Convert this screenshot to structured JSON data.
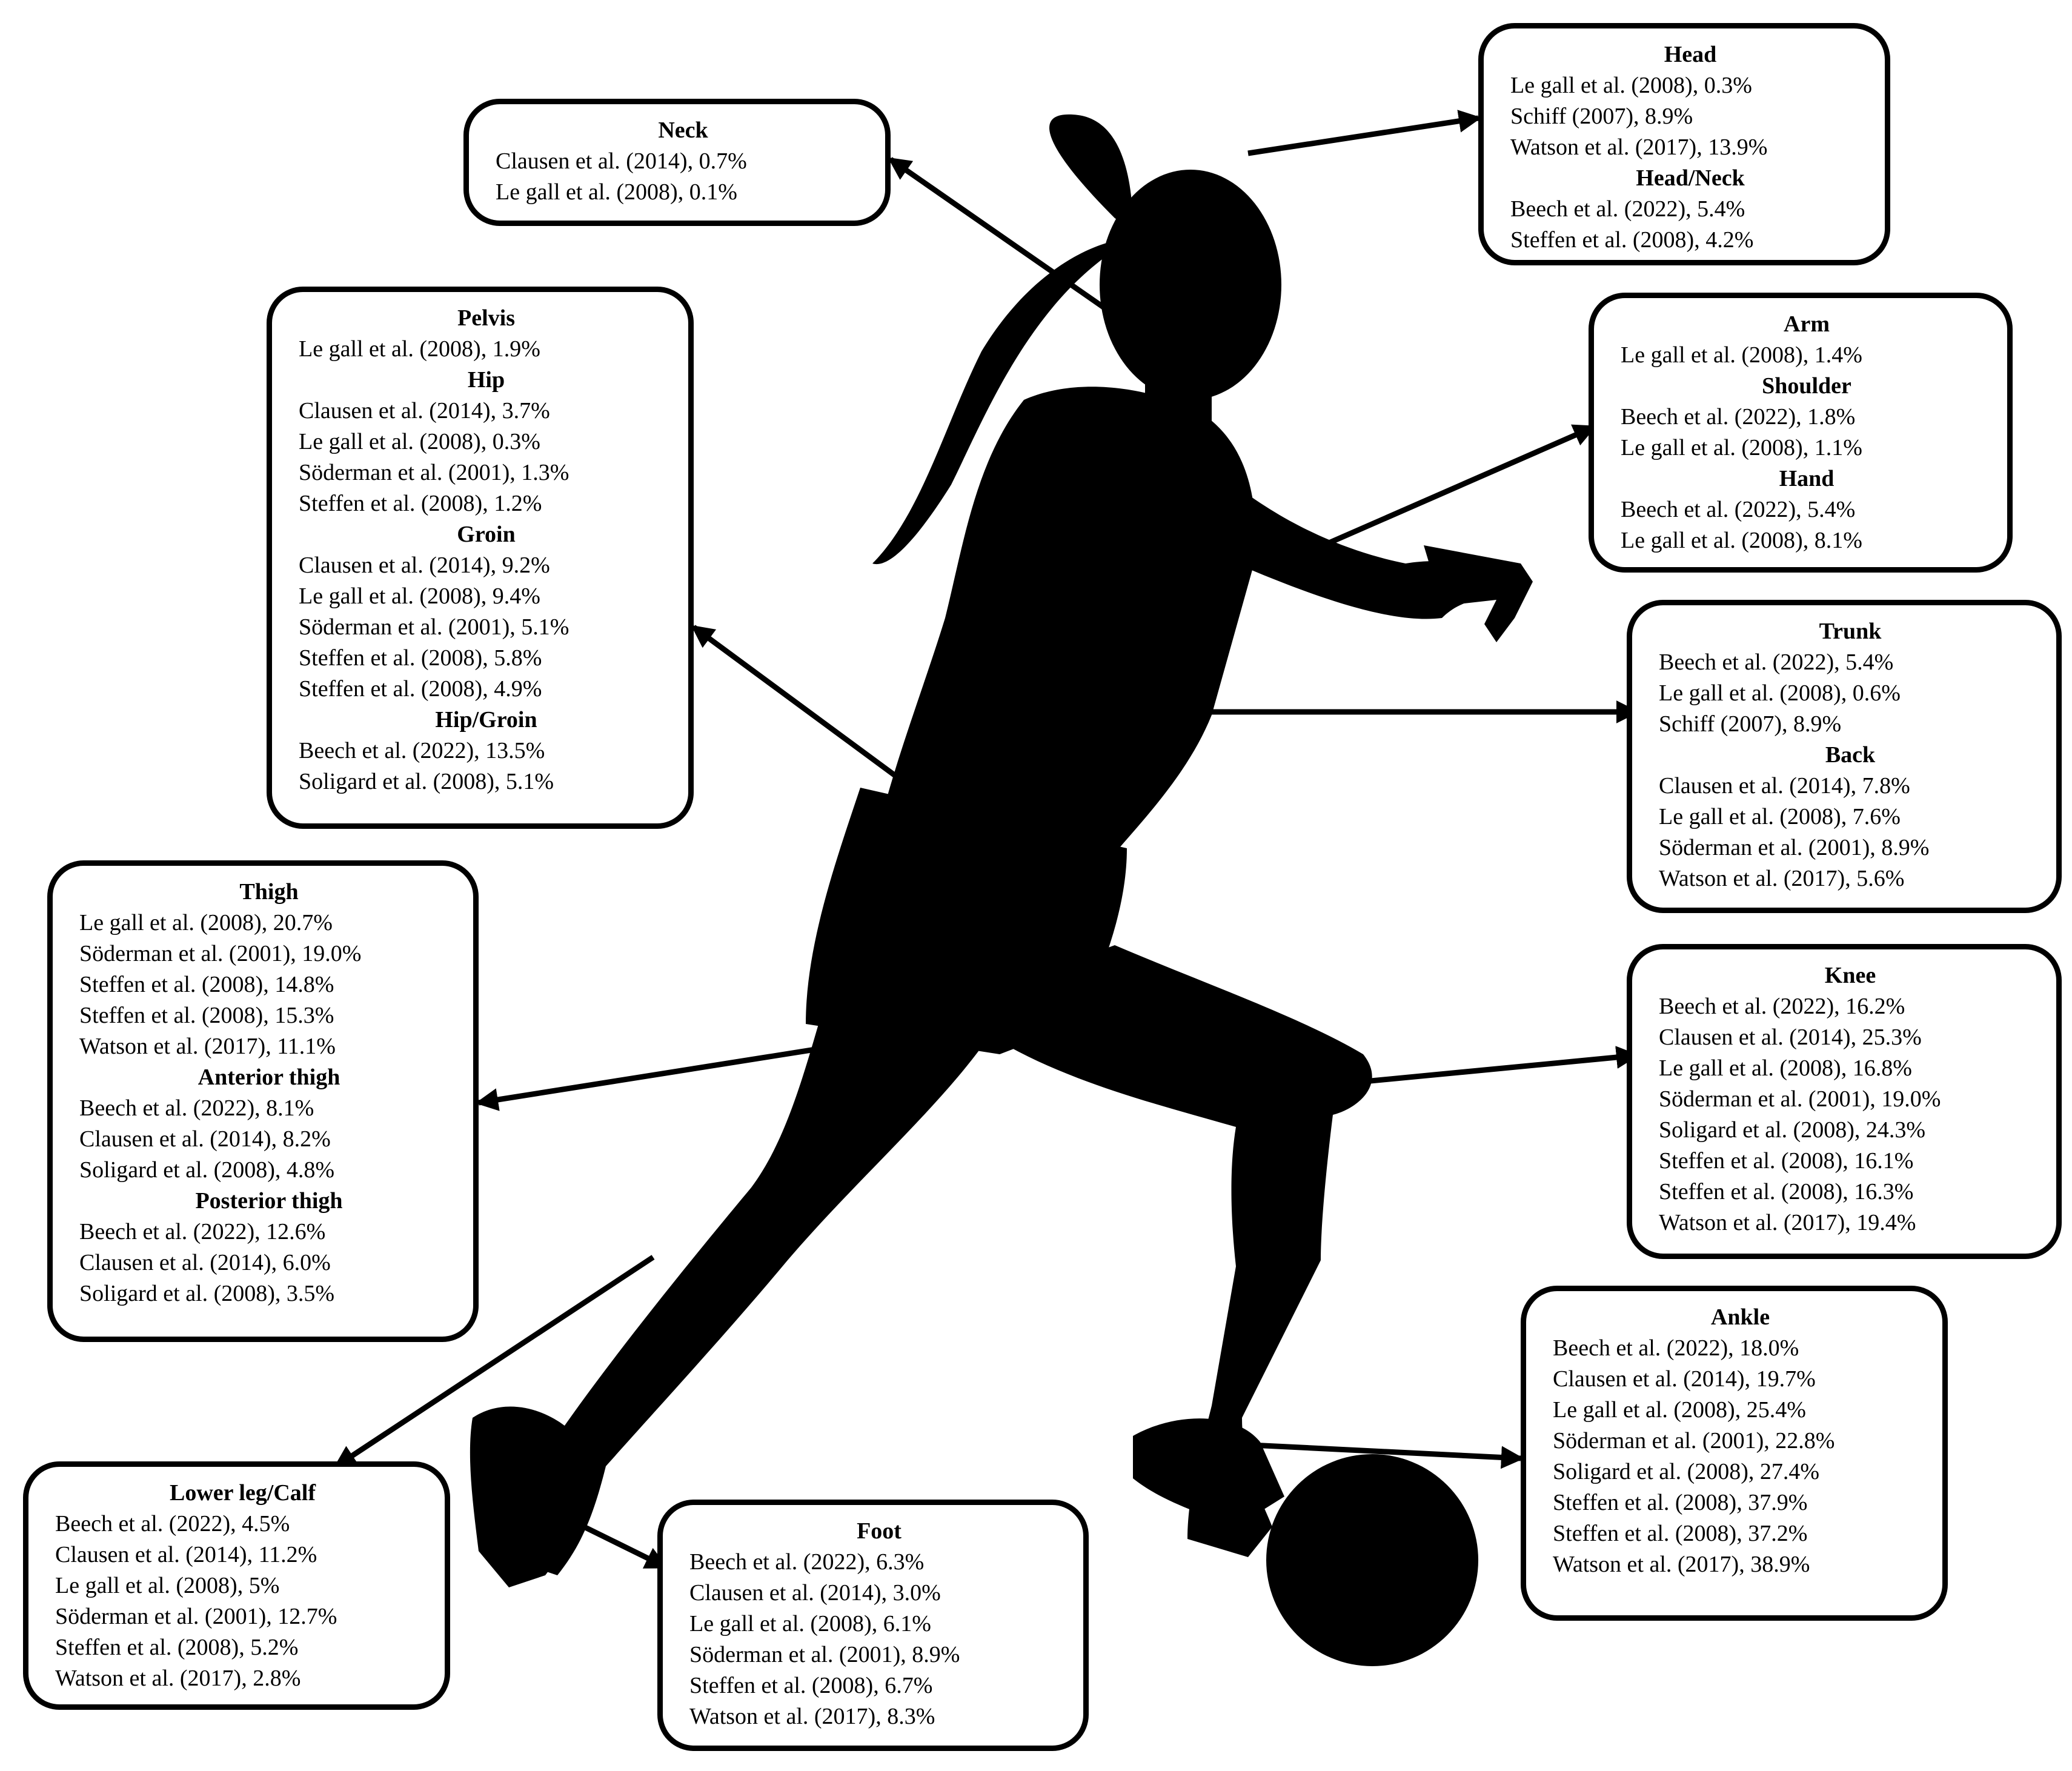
{
  "colors": {
    "silhouette": "#000000",
    "box_border": "#000000",
    "background": "#ffffff"
  },
  "icons": {
    "figure": "soccer-player-silhouette-icon",
    "ball": "soccer-ball-icon"
  },
  "regions": [
    {
      "id": "neck",
      "sections": [
        {
          "title": "Neck",
          "entries": [
            "Clausen et al. (2014), 0.7%",
            "Le gall et al. (2008), 0.1%"
          ]
        }
      ]
    },
    {
      "id": "head",
      "sections": [
        {
          "title": "Head",
          "entries": [
            "Le gall et al. (2008), 0.3%",
            "Schiff (2007), 8.9%",
            "Watson et al. (2017), 13.9%"
          ]
        },
        {
          "title": "Head/Neck",
          "entries": [
            "Beech et al. (2022), 5.4%",
            "Steffen et al. (2008), 4.2%"
          ]
        }
      ]
    },
    {
      "id": "pelvis-hip-groin",
      "sections": [
        {
          "title": "Pelvis",
          "entries": [
            "Le gall et al. (2008), 1.9%"
          ]
        },
        {
          "title": "Hip",
          "entries": [
            "Clausen et al. (2014), 3.7%",
            "Le gall et al. (2008), 0.3%",
            "Söderman et al. (2001), 1.3%",
            "Steffen et al. (2008), 1.2%"
          ]
        },
        {
          "title": "Groin",
          "entries": [
            "Clausen et al. (2014), 9.2%",
            "Le gall et al. (2008), 9.4%",
            "Söderman et al. (2001), 5.1%",
            "Steffen et al. (2008), 5.8%",
            "Steffen et al. (2008), 4.9%"
          ]
        },
        {
          "title": "Hip/Groin",
          "entries": [
            "Beech et al. (2022), 13.5%",
            "Soligard et al. (2008), 5.1%"
          ]
        }
      ]
    },
    {
      "id": "arm-shoulder-hand",
      "sections": [
        {
          "title": "Arm",
          "entries": [
            "Le gall et al. (2008), 1.4%"
          ]
        },
        {
          "title": "Shoulder",
          "entries": [
            "Beech et al. (2022), 1.8%",
            "Le gall et al. (2008), 1.1%"
          ]
        },
        {
          "title": "Hand",
          "entries": [
            "Beech et al. (2022), 5.4%",
            "Le gall et al. (2008), 8.1%"
          ]
        }
      ]
    },
    {
      "id": "trunk-back",
      "sections": [
        {
          "title": "Trunk",
          "entries": [
            "Beech et al. (2022), 5.4%",
            "Le gall et al. (2008), 0.6%",
            "Schiff (2007), 8.9%"
          ]
        },
        {
          "title": "Back",
          "entries": [
            "Clausen et al. (2014), 7.8%",
            "Le gall et al. (2008), 7.6%",
            "Söderman et al. (2001), 8.9%",
            "Watson et al. (2017), 5.6%"
          ]
        }
      ]
    },
    {
      "id": "thigh",
      "sections": [
        {
          "title": "Thigh",
          "entries": [
            "Le gall et al. (2008), 20.7%",
            "Söderman et al. (2001), 19.0%",
            "Steffen et al. (2008), 14.8%",
            "Steffen et al. (2008), 15.3%",
            "Watson et al. (2017), 11.1%"
          ]
        },
        {
          "title": "Anterior thigh",
          "entries": [
            "Beech et al. (2022), 8.1%",
            "Clausen et al. (2014), 8.2%",
            "Soligard et al. (2008), 4.8%"
          ]
        },
        {
          "title": "Posterior thigh",
          "entries": [
            "Beech et al. (2022), 12.6%",
            "Clausen et al. (2014), 6.0%",
            "Soligard et al. (2008), 3.5%"
          ]
        }
      ]
    },
    {
      "id": "knee",
      "sections": [
        {
          "title": "Knee",
          "entries": [
            "Beech et al. (2022), 16.2%",
            "Clausen et al. (2014), 25.3%",
            "Le gall et al. (2008), 16.8%",
            "Söderman et al. (2001), 19.0%",
            "Soligard et al. (2008), 24.3%",
            "Steffen et al. (2008), 16.1%",
            "Steffen et al. (2008), 16.3%",
            "Watson et al. (2017), 19.4%"
          ]
        }
      ]
    },
    {
      "id": "ankle",
      "sections": [
        {
          "title": "Ankle",
          "entries": [
            "Beech et al. (2022), 18.0%",
            "Clausen et al. (2014), 19.7%",
            "Le gall et al. (2008), 25.4%",
            "Söderman et al. (2001), 22.8%",
            "Soligard et al. (2008), 27.4%",
            "Steffen et al. (2008), 37.9%",
            "Steffen et al. (2008), 37.2%",
            "Watson et al. (2017), 38.9%"
          ]
        }
      ]
    },
    {
      "id": "lower-leg-calf",
      "sections": [
        {
          "title": "Lower leg/Calf",
          "entries": [
            "Beech et al. (2022), 4.5%",
            "Clausen et al. (2014), 11.2%",
            "Le gall et al. (2008), 5%",
            "Söderman et al. (2001), 12.7%",
            "Steffen et al. (2008), 5.2%",
            "Watson et al. (2017), 2.8%"
          ]
        }
      ]
    },
    {
      "id": "foot",
      "sections": [
        {
          "title": "Foot",
          "entries": [
            "Beech et al. (2022), 6.3%",
            "Clausen et al. (2014), 3.0%",
            "Le gall et al. (2008), 6.1%",
            "Söderman et al. (2001), 8.9%",
            "Steffen et al. (2008), 6.7%",
            "Watson et al. (2017), 8.3%"
          ]
        }
      ]
    }
  ]
}
